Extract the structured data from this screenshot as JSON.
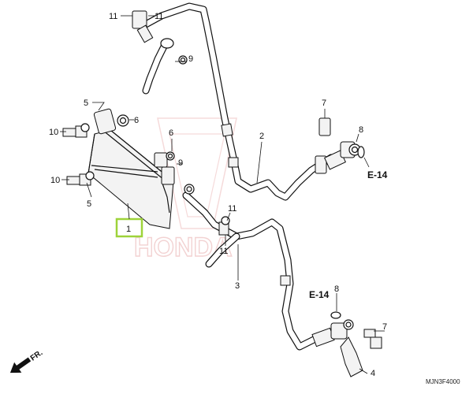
{
  "diagram": {
    "callouts": {
      "c11a": "11",
      "c11b": "11",
      "c9a": "9",
      "c5a": "5",
      "c6a": "6",
      "c10a": "10",
      "c6b": "6",
      "c9b": "9",
      "c10b": "10",
      "c5b": "5",
      "c1": "1",
      "c2": "2",
      "c7a": "7",
      "c8a": "8",
      "c11c": "11",
      "c11d": "11",
      "c3": "3",
      "c8b": "8",
      "c7b": "7",
      "c4": "4"
    },
    "refs": {
      "e14a": "E-14",
      "e14b": "E-14"
    },
    "direction_label": "FR.",
    "diagram_code": "MJN3F4000",
    "watermark": "HONDA",
    "highlight_color": "#9ed33a"
  }
}
